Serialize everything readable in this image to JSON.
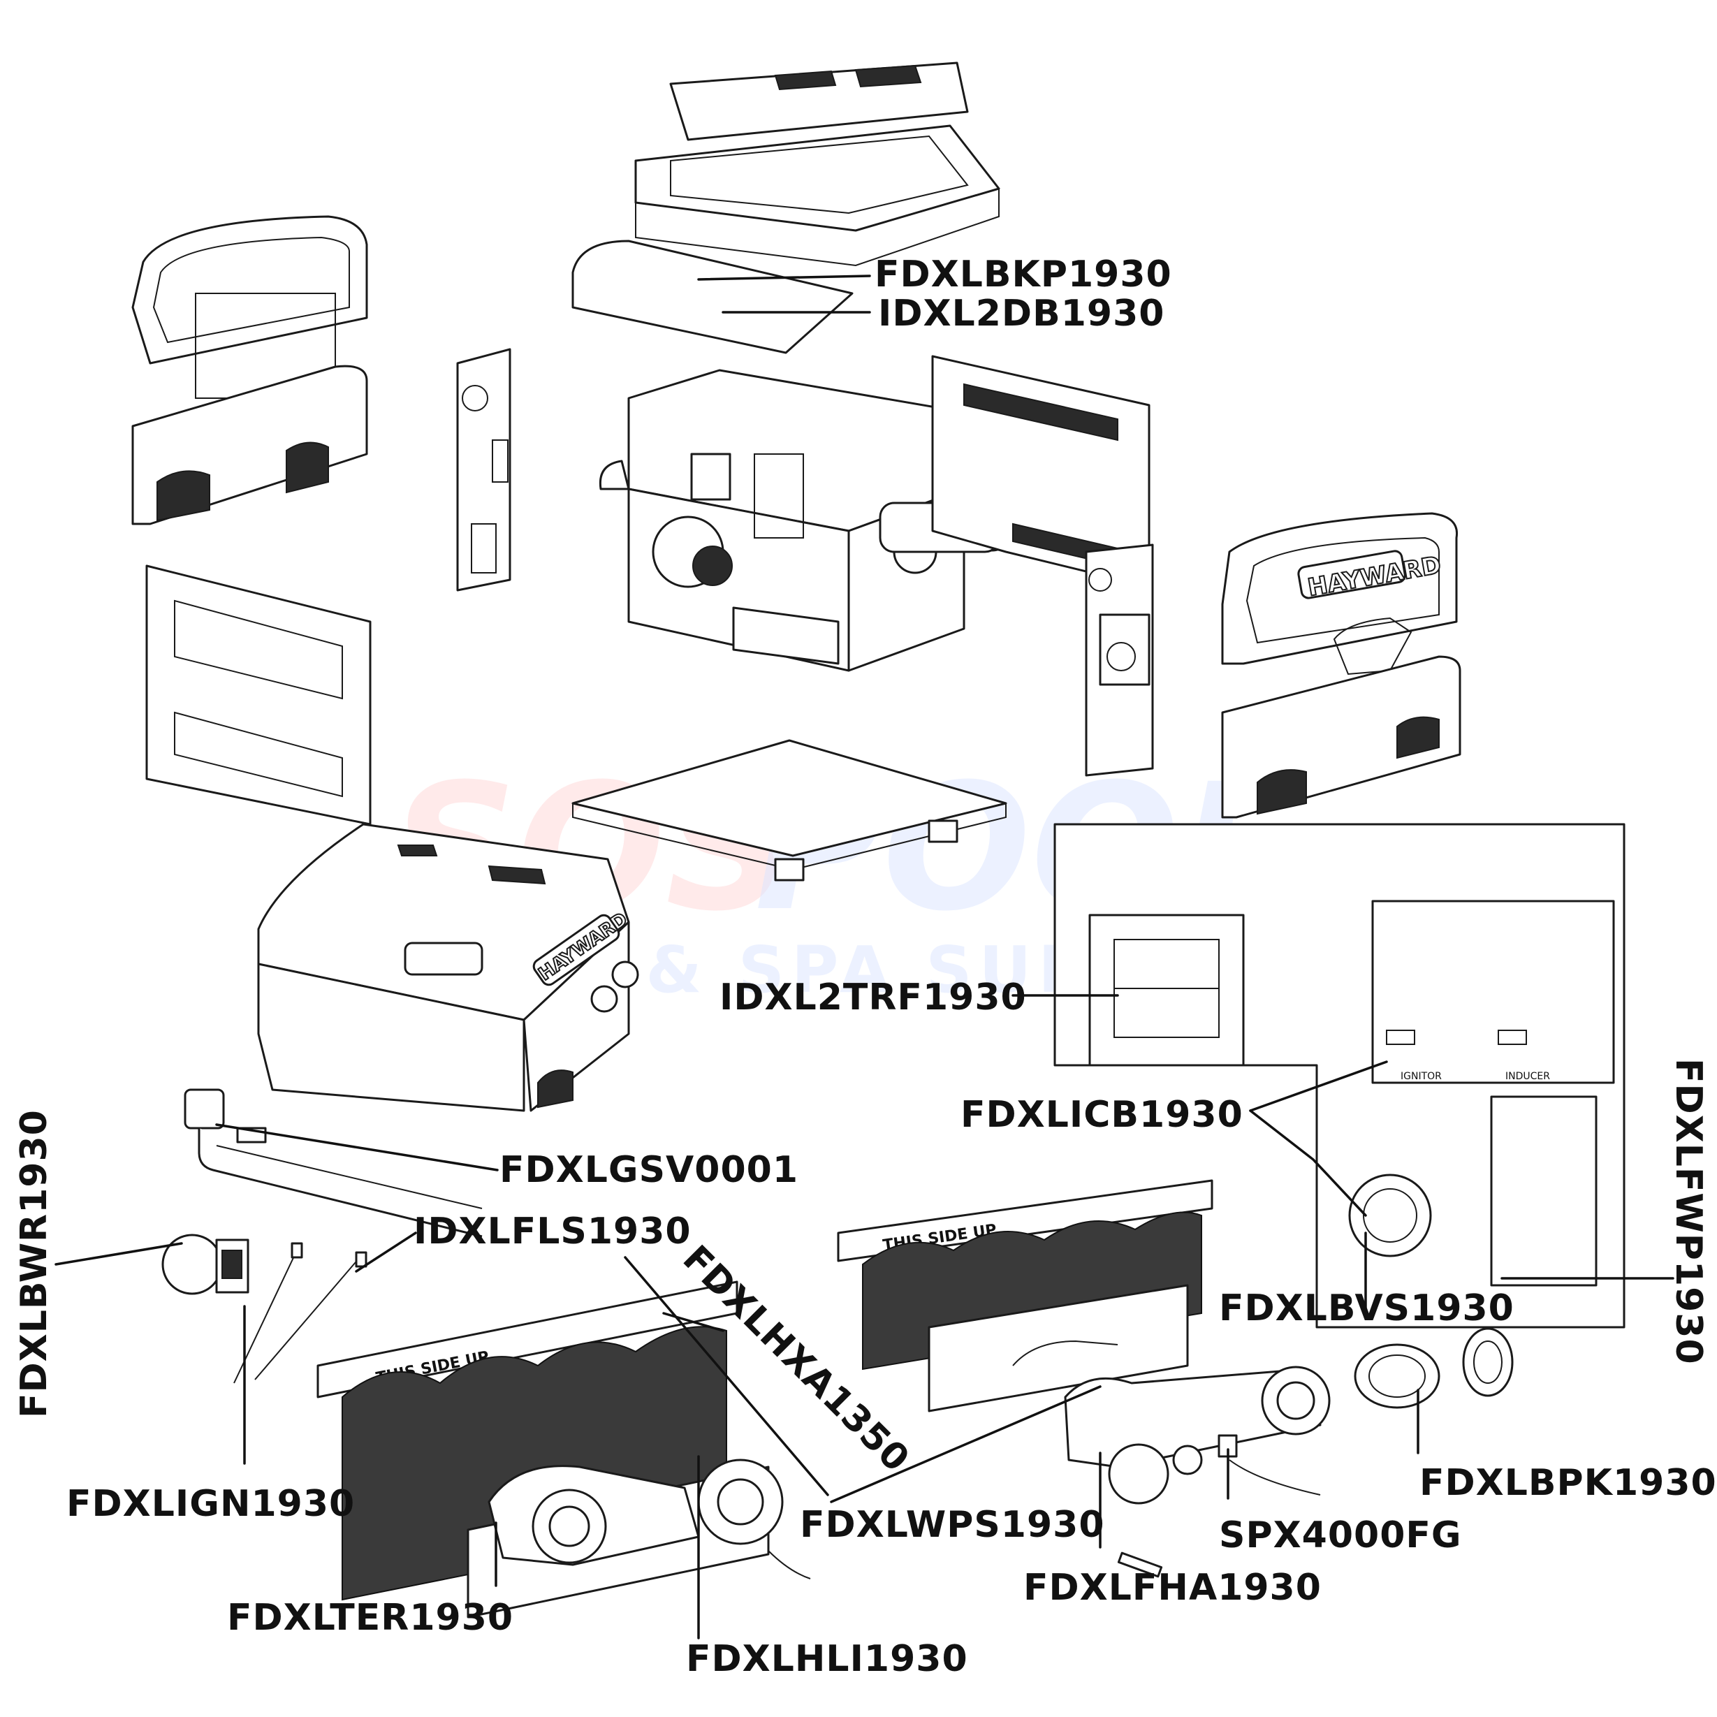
{
  "watermark": {
    "line1a": "SOS",
    "line1b": "POOL",
    "line2": "POOL & SPA SUPPLIES"
  },
  "brand_text": "HAYWARD",
  "plate_text": "THIS SIDE UP",
  "board_labels": {
    "ignitor": "IGNITOR",
    "inducer": "INDUCER"
  },
  "parts": [
    {
      "id": "FDXLBKP1930"
    },
    {
      "id": "IDXL2DB1930"
    },
    {
      "id": "IDXL2TRF1930"
    },
    {
      "id": "FDXLICB1930"
    },
    {
      "id": "FDXLFWP1930"
    },
    {
      "id": "FDXLGSV0001"
    },
    {
      "id": "FDXLBWR1930"
    },
    {
      "id": "IDXLFLS1930"
    },
    {
      "id": "FDXLHXA1350"
    },
    {
      "id": "FDXLBVS1930"
    },
    {
      "id": "FDXLIGN1930"
    },
    {
      "id": "FDXLWPS1930"
    },
    {
      "id": "FDXLBPK1930"
    },
    {
      "id": "SPX4000FG"
    },
    {
      "id": "FDXLFHA1930"
    },
    {
      "id": "FDXLTER1930"
    },
    {
      "id": "FDXLHLI1930"
    }
  ]
}
